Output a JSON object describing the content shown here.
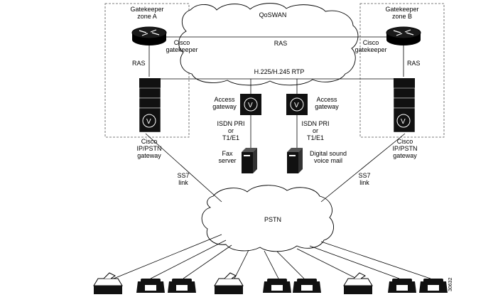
{
  "zones": {
    "a": {
      "title_line1": "Gatekeeper",
      "title_line2": "zone A"
    },
    "b": {
      "title_line1": "Gatekeeper",
      "title_line2": "zone B"
    }
  },
  "clouds": {
    "wan": "QoSWAN",
    "pstn": "PSTN"
  },
  "links": {
    "ras_center": "RAS",
    "ras_left": "RAS",
    "ras_right": "RAS",
    "h225": "H.225/H.245 RTP",
    "ss7_left": [
      "SS7",
      "link"
    ],
    "ss7_right": [
      "SS7",
      "link"
    ]
  },
  "devices": {
    "gk_left_label": [
      "Cisco",
      "gatekeeper"
    ],
    "gk_right_label": [
      "Cisco",
      "gatekeeper"
    ],
    "gw_left_label": [
      "Cisco",
      "IP/PSTN",
      "gateway"
    ],
    "gw_right_label": [
      "Cisco",
      "IP/PSTN",
      "gateway"
    ],
    "access_left_label": [
      "Access",
      "gateway"
    ],
    "access_right_label": [
      "Access",
      "gateway"
    ],
    "isdn_left_label": [
      "ISDN PRI",
      "or",
      "T1/E1"
    ],
    "isdn_right_label": [
      "ISDN PRI",
      "or",
      "T1/E1"
    ],
    "fax_server_label": [
      "Fax",
      "server"
    ],
    "voicemail_label": [
      "Digital sound",
      "voice mail"
    ]
  },
  "figure_id": "30632"
}
